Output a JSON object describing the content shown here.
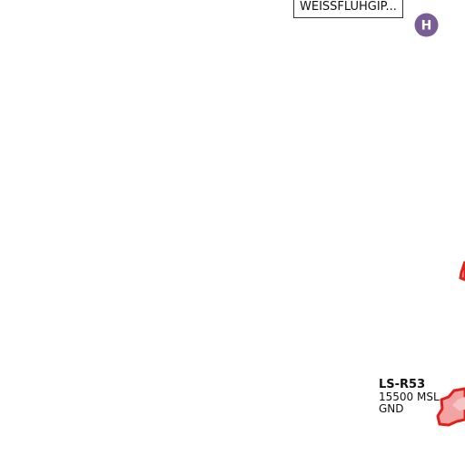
{
  "map": {
    "place_label": "WEISSFLUHGIP...",
    "heliport_icon": "heliport-icon",
    "heliport_letter": "H",
    "heliport_color": "#7a5d96",
    "airspace": {
      "name": "LS-R53",
      "upper_limit": "15500 MSL",
      "lower_limit": "GND",
      "stroke_color": "#e0201b",
      "fill_color": "#f4a3a3"
    }
  }
}
